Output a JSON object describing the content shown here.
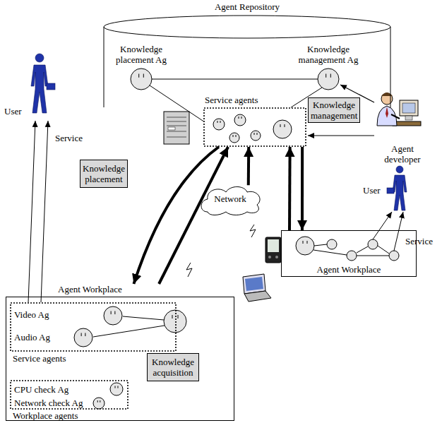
{
  "diagram": {
    "nodes": [
      {
        "text": [
          "Agent Repository"
        ]
      },
      {
        "text": [
          "Knowledge placement Ag"
        ],
        "in": 0
      },
      {
        "text": [
          "Knowledge management Ag"
        ],
        "in": 0
      },
      {
        "text": [
          "Service agents"
        ],
        "in": 0
      },
      {
        "text": [
          "Knowledge management"
        ],
        "in": 0
      },
      {
        "text": [
          "Knowledge placement"
        ]
      },
      {
        "text": [
          "Network"
        ]
      },
      {
        "text": [
          "Agent Workplace"
        ]
      },
      {
        "text": [
          "Service agents"
        ],
        "in": 7
      },
      {
        "text": [
          "Video Ag"
        ],
        "in": 8
      },
      {
        "text": [
          "Audio Ag"
        ],
        "in": 8
      },
      {
        "text": [
          "Knowledge acquisition"
        ],
        "in": 7
      },
      {
        "text": [
          "Workplace agents"
        ],
        "in": 7
      },
      {
        "text": [
          "CPU check Ag"
        ],
        "in": 12
      },
      {
        "text": [
          "Network check Ag"
        ],
        "in": 12
      },
      {
        "text": [
          "Agent Workplace"
        ]
      }
    ],
    "edges": [
      {
        "from": 1,
        "to": 2,
        "arrow": "none"
      },
      {
        "from": 1,
        "to": 3,
        "arrow": "none"
      },
      {
        "from": 2,
        "to": 3,
        "arrow": "none"
      },
      {
        "from": 3,
        "to": 7,
        "arrow": "to"
      },
      {
        "from": 7,
        "to": 3,
        "arrow": "to"
      },
      {
        "from": 6,
        "to": 3,
        "arrow": "to"
      },
      {
        "from": 15,
        "to": 3,
        "arrow": "to"
      },
      {
        "from": 3,
        "to": 15,
        "arrow": "to"
      }
    ],
    "labels": [
      "Agent developer",
      "User",
      "Service",
      "User",
      "Service"
    ]
  }
}
